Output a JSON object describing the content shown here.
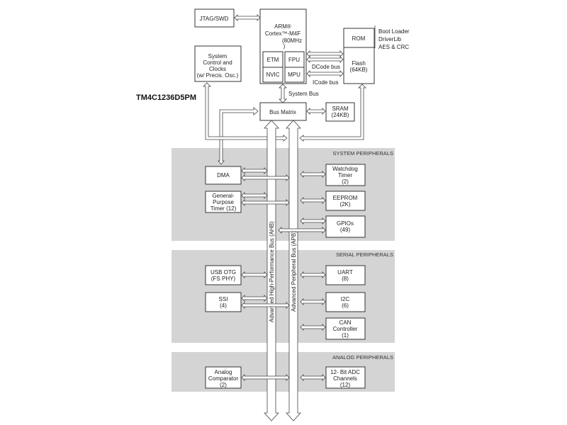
{
  "chip_name": "TM4C1236D5PM",
  "top": {
    "jtag": "JTAG/SWD",
    "cpu": [
      "ARM®",
      "Cortex™-M4F",
      "(80MHz",
      ")"
    ],
    "etm": "ETM",
    "fpu": "FPU",
    "nvic": "NVIC",
    "mpu": "MPU",
    "rom": "ROM",
    "rom_notes": [
      "Boot Loader",
      "DriverLib",
      "AES & CRC"
    ],
    "flash": [
      "Flash",
      "(64KB)"
    ],
    "dcode": "DCode bus",
    "icode": "ICode bus",
    "system_bus": "System Bus",
    "sysctrl": [
      "System",
      "Control and",
      "Clocks",
      "(w/ Precis. Osc.)"
    ],
    "bus_matrix": "Bus Matrix",
    "sram": [
      "SRAM",
      "(24KB)"
    ]
  },
  "buses": {
    "ahb": "Advanced High-Performance Bus (AHB)",
    "apb": "Advanced Peripheral Bus (APB)"
  },
  "sections": {
    "system": {
      "title": "SYSTEM PERIPHERALS",
      "dma": "DMA",
      "gpt": [
        "General-",
        "Purpose",
        "Timer (12)"
      ],
      "watchdog": [
        "Watchdog",
        "Timer",
        "(2)"
      ],
      "eeprom": [
        "EEPROM",
        "(2K)"
      ],
      "gpios": [
        "GPIOs",
        "(49)"
      ]
    },
    "serial": {
      "title": "SERIAL PERIPHERALS",
      "usb": [
        "USB OTG",
        "(FS PHY)"
      ],
      "ssi": [
        "SSI",
        "(4)"
      ],
      "uart": [
        "UART",
        "(8)"
      ],
      "i2c": [
        "I2C",
        "(6)"
      ],
      "can": [
        "CAN",
        "Controller",
        "(1)"
      ]
    },
    "analog": {
      "title": "ANALOG PERIPHERALS",
      "comp": [
        "Analog",
        "Comparator",
        "(2)"
      ],
      "adc": [
        "12- Bit ADC",
        "Channels",
        "(12)"
      ]
    }
  }
}
